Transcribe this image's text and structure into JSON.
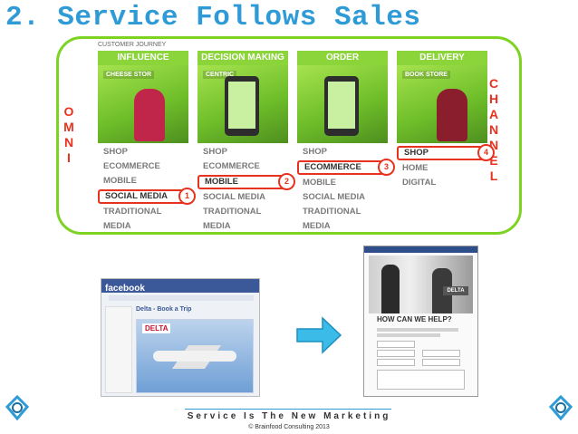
{
  "title": "2. Service Follows Sales",
  "omni_letters": [
    "O",
    "M",
    "N",
    "I"
  ],
  "channel_letters": [
    "C",
    "H",
    "A",
    "N",
    "N",
    "E",
    "L"
  ],
  "journey": {
    "heading": "CUSTOMER JOURNEY",
    "stages": [
      {
        "label": "INFLUENCE",
        "pic_tag": "CHEESE STOR",
        "items": [
          "SHOP",
          "ECOMMERCE",
          "MOBILE",
          "SOCIAL MEDIA",
          "TRADITIONAL MEDIA"
        ],
        "highlight": 3,
        "badge": "1"
      },
      {
        "label": "DECISION MAKING",
        "pic_tag": "CENTRIC",
        "items": [
          "SHOP",
          "ECOMMERCE",
          "MOBILE",
          "SOCIAL MEDIA",
          "TRADITIONAL MEDIA"
        ],
        "highlight": 2,
        "badge": "2"
      },
      {
        "label": "ORDER",
        "pic_tag": "",
        "items": [
          "SHOP",
          "ECOMMERCE",
          "MOBILE",
          "SOCIAL MEDIA",
          "TRADITIONAL MEDIA"
        ],
        "highlight": 1,
        "badge": "3"
      },
      {
        "label": "DELIVERY",
        "pic_tag": "BOOK STORE",
        "items": [
          "SHOP",
          "HOME",
          "DIGITAL"
        ],
        "highlight": 0,
        "badge": "4"
      }
    ]
  },
  "facebook": {
    "logo": "facebook",
    "page": "Delta - Book a Trip",
    "brand": "DELTA"
  },
  "form": {
    "heading": "HOW CAN WE HELP?",
    "sign": "DELTA"
  },
  "footer": {
    "tagline": "Service Is The New Marketing",
    "copyright": "© Brainfood Consulting 2013"
  },
  "colors": {
    "title": "#2f9bd6",
    "accent_red": "#e8321e",
    "frame_green": "#7dd321",
    "arrow": "#3bbbe8"
  }
}
